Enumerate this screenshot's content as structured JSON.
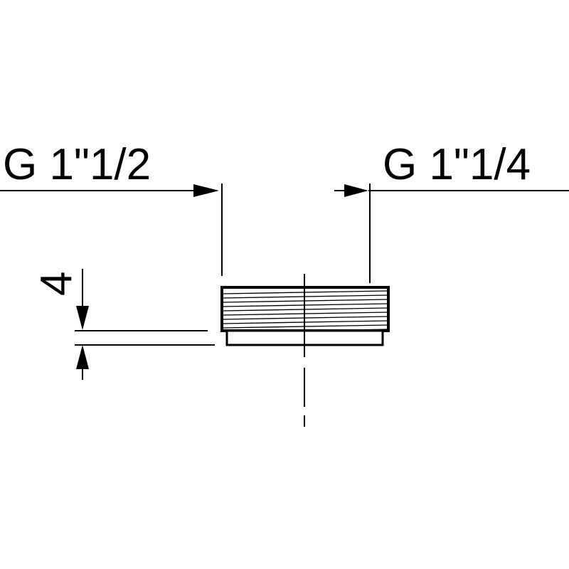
{
  "drawing": {
    "dimension_left": "G 1\"1/2",
    "dimension_right": "G 1\"1/4",
    "dimension_height": "4"
  }
}
